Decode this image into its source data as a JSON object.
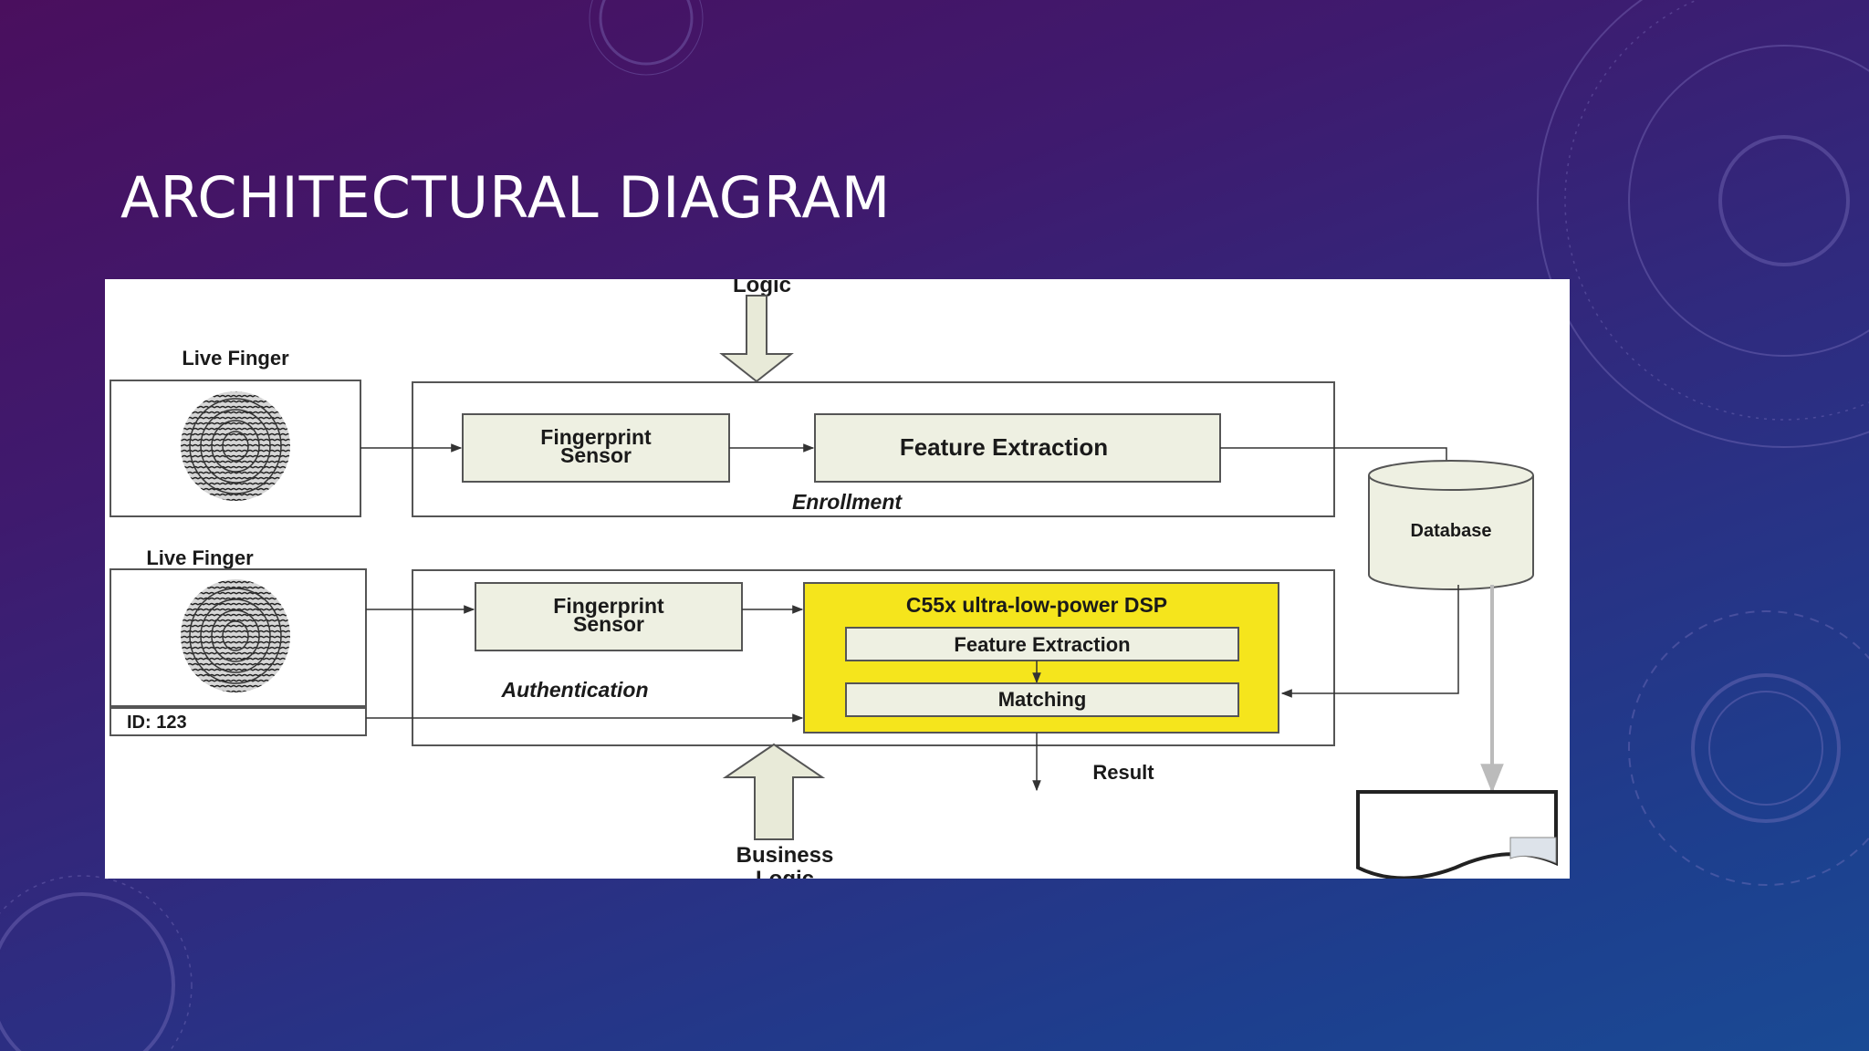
{
  "slide": {
    "title": "ARCHITECTURAL DIAGRAM"
  },
  "diagram": {
    "top_arrow_label": "Logic",
    "bottom_arrow_label_line1": "Business",
    "bottom_arrow_label_line2": "Logic",
    "enrollment": {
      "finger_label": "Live Finger",
      "sensor_line1": "Fingerprint",
      "sensor_line2": "Sensor",
      "feature_extraction": "Feature Extraction",
      "section_label": "Enrollment"
    },
    "authentication": {
      "finger_label": "Live Finger",
      "id_label": "ID: 123",
      "sensor_line1": "Fingerprint",
      "sensor_line2": "Sensor",
      "section_label": "Authentication",
      "dsp_title": "C55x ultra-low-power DSP",
      "dsp_feature_extraction": "Feature Extraction",
      "dsp_matching": "Matching",
      "result_label": "Result"
    },
    "database_label": "Database",
    "colors": {
      "box_fill": "#eef0e2",
      "dsp_fill": "#f5e51c",
      "arrow_fill": "#e8ead8"
    }
  }
}
